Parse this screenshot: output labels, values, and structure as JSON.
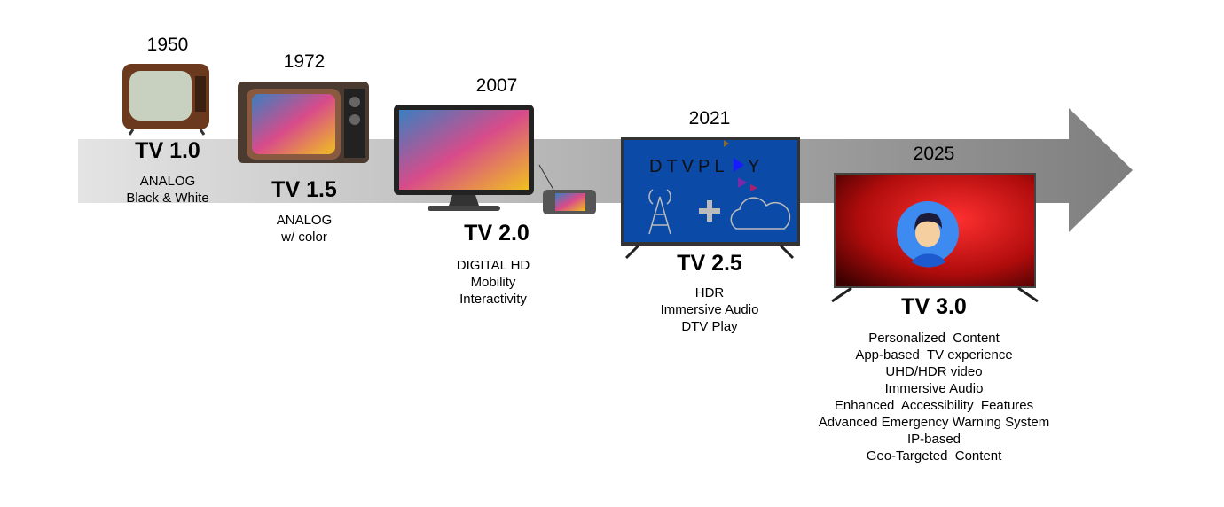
{
  "milestones": [
    {
      "year": "1950",
      "label": "TV 1.0",
      "features": [
        "ANALOG",
        "Black & White"
      ]
    },
    {
      "year": "1972",
      "label": "TV 1.5",
      "features": [
        "ANALOG",
        "w/ color"
      ]
    },
    {
      "year": "2007",
      "label": "TV 2.0",
      "features": [
        "DIGITAL HD",
        "Mobility",
        "Interactivity"
      ]
    },
    {
      "year": "2021",
      "label": "TV 2.5",
      "features": [
        "HDR",
        "Immersive Audio",
        "DTV Play"
      ]
    },
    {
      "year": "2025",
      "label": "TV 3.0",
      "features": [
        "Personalized  Content",
        "App-based  TV experience",
        "UHD/HDR video",
        "Immersive Audio",
        "Enhanced  Accessibility  Features",
        "Advanced Emergency Warning System",
        "IP-based",
        "Geo-Targeted  Content"
      ]
    }
  ],
  "logo_text": "DTVPLAY",
  "colors": {
    "arrow_light": "#e2e2e2",
    "arrow_dark": "#808080",
    "dtvplay_bg": "#0b4aa6",
    "tv3_bg": "#c01010"
  }
}
